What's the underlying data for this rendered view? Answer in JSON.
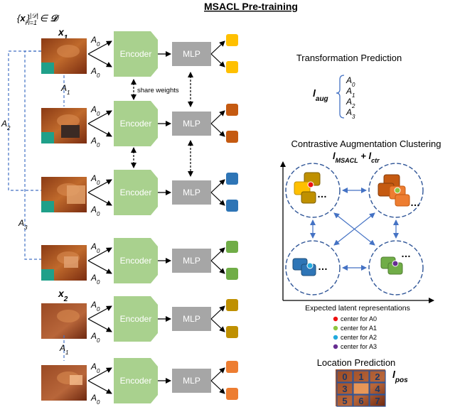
{
  "title": "MSACL Pre-training",
  "dataset_label": "{x_i}|D| i=1 ∈ D",
  "inputs": {
    "x1": "x1",
    "x2": "x2"
  },
  "aug_labels": {
    "a0": "A0",
    "a1": "A1",
    "a2": "A2",
    "a3": "A3"
  },
  "encoder_label": "Encoder",
  "mlp_label": "MLP",
  "share_weights": "share weights",
  "transformation": {
    "title": "Transformation Prediction",
    "loss": "laug",
    "items": [
      "A0",
      "A1",
      "A2",
      "A3"
    ]
  },
  "contrastive": {
    "title": "Contrastive Augmentation Clustering",
    "loss": "lMSACL + lctr",
    "axis_label": "Expected latent representations",
    "legend": [
      {
        "label": "center for A0",
        "color": "#ee1111"
      },
      {
        "label": "center for A1",
        "color": "#8cc63f"
      },
      {
        "label": "center for A2",
        "color": "#22aadd"
      },
      {
        "label": "center for A3",
        "color": "#662d91"
      }
    ]
  },
  "location": {
    "title": "Location Prediction",
    "loss": "lpos",
    "grid": [
      "0",
      "1",
      "2",
      "3",
      "",
      "4",
      "5",
      "6",
      "7"
    ]
  },
  "colors": {
    "encoder": "#a9d18e",
    "mlp": "#a6a6a6",
    "yellow": "#ffc000",
    "orange_dark": "#c55a11",
    "blue": "#2e75b6",
    "green": "#70ad47",
    "gold": "#bf9000",
    "orange": "#ed7d31",
    "dash": "#4472c4"
  }
}
